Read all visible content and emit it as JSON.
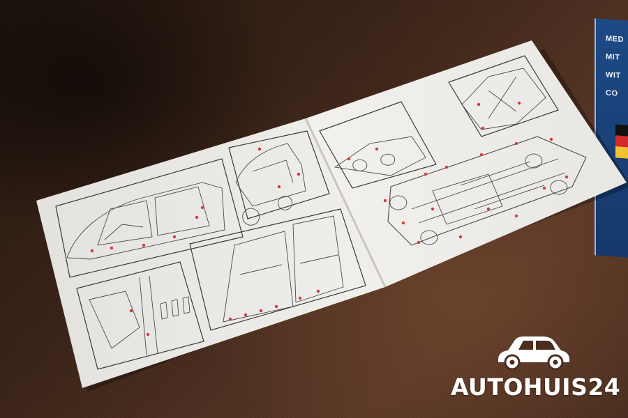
{
  "photo": {
    "subject": "open-service-booklet-with-car-diagrams",
    "colors": {
      "paper": "#efedea",
      "ink": "#3a3a3a",
      "marker": "#d23a3a",
      "book_blue": "#1d4a86"
    }
  },
  "side_book": {
    "lines": [
      "MED",
      "MIT",
      "WIT",
      "CO"
    ]
  },
  "watermark": {
    "text": "AUTOHUIS24",
    "icon": "car-icon"
  }
}
